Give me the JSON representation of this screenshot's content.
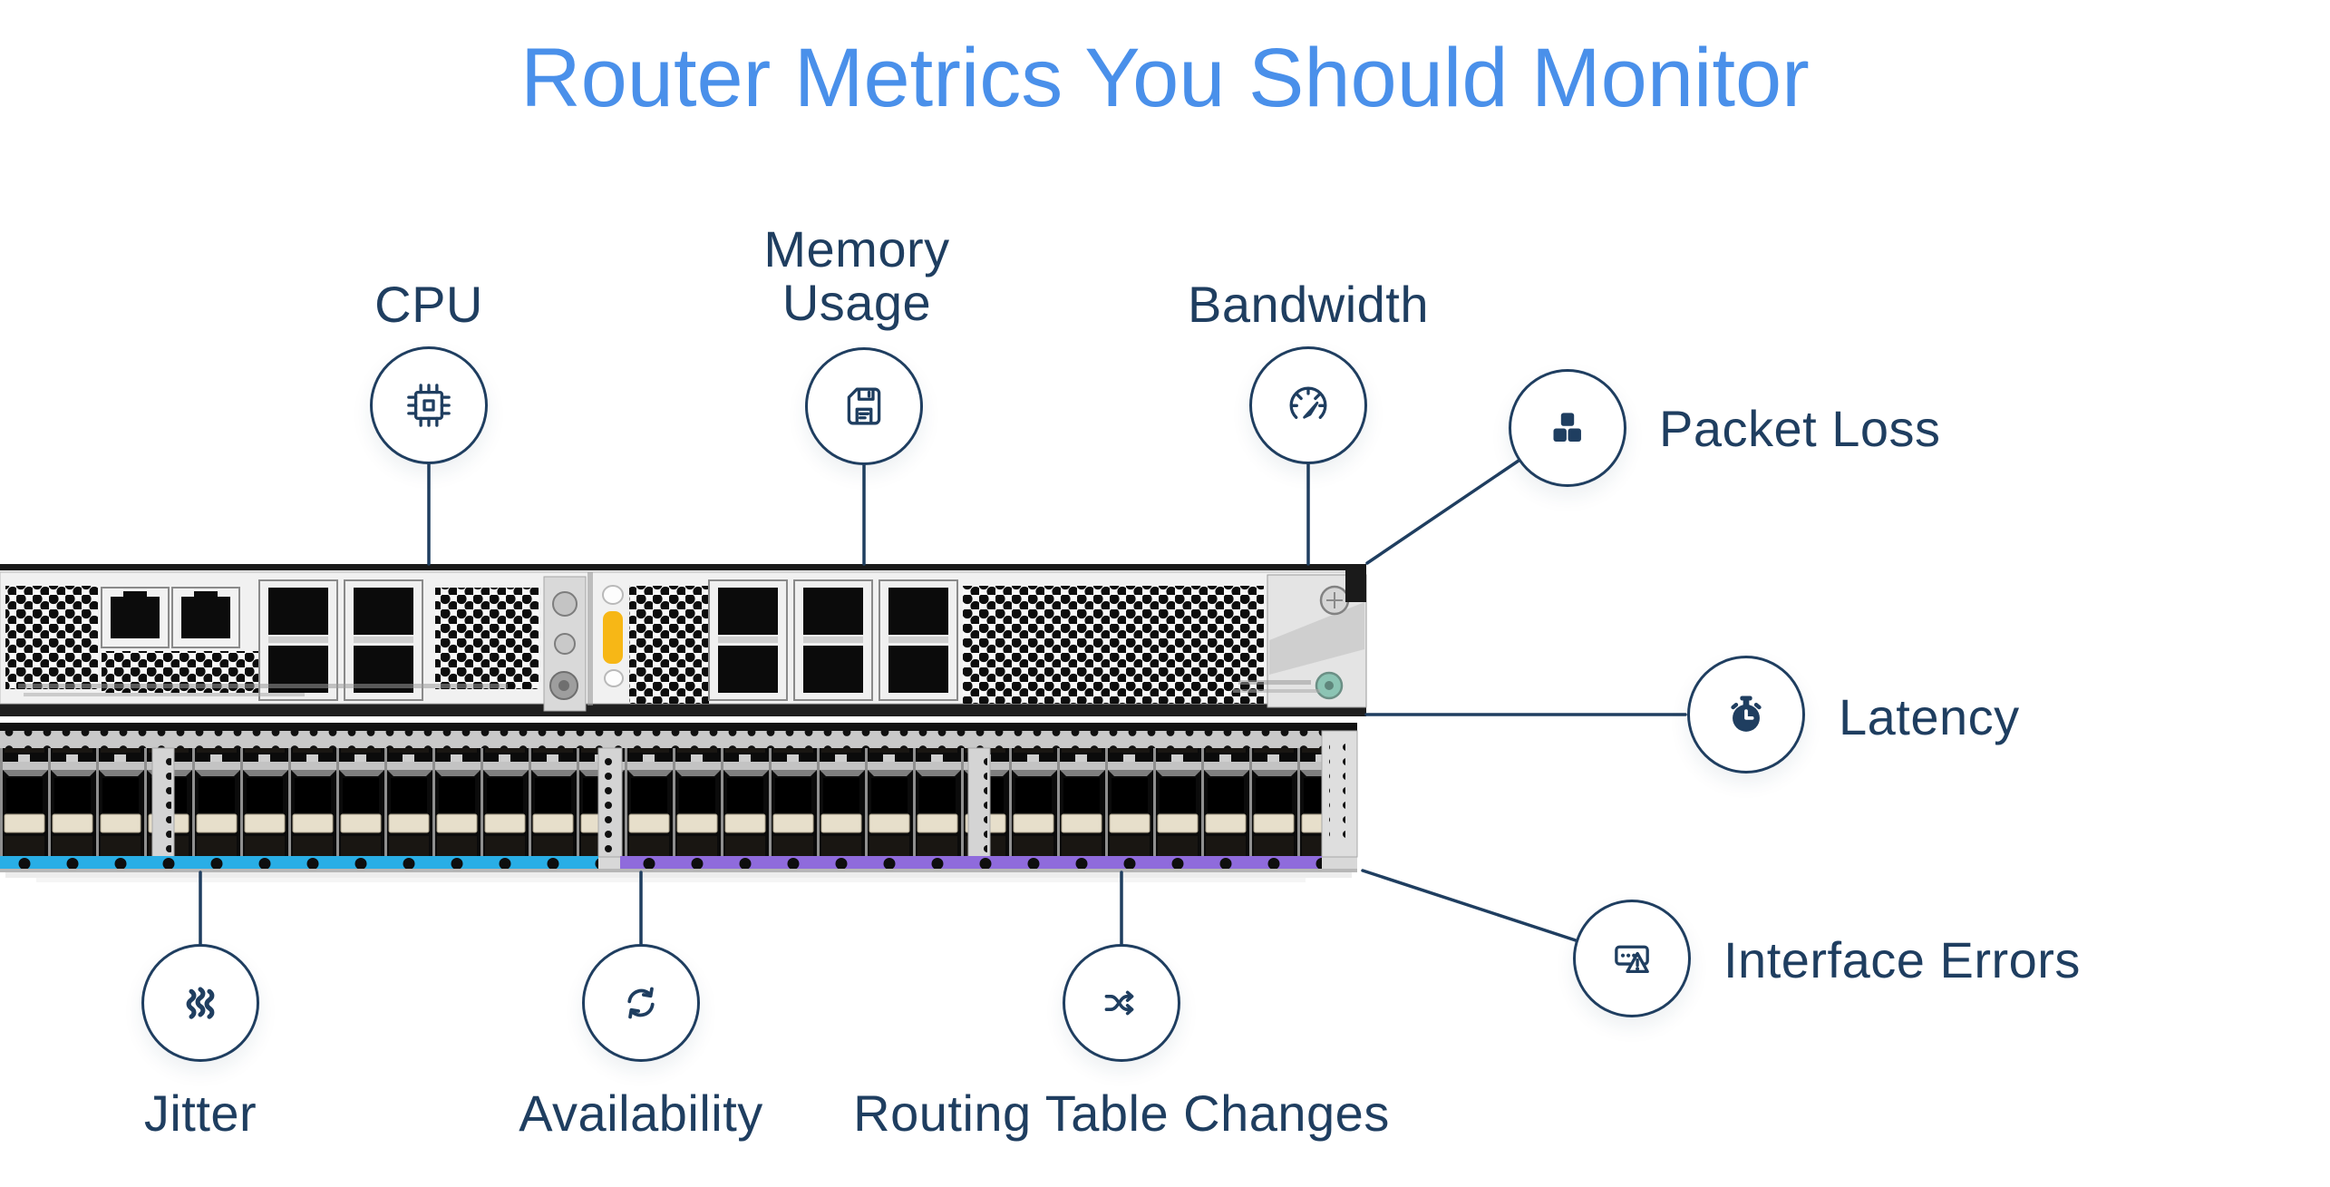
{
  "title": "Router Metrics You Should Monitor",
  "colors": {
    "title_blue": "#4a90ea",
    "ink": "#1f3e60",
    "stripe_blue": "#29aee6",
    "stripe_purple": "#8f6bdc",
    "tab_yellow": "#f7b716"
  },
  "device": {
    "name": "router front panel"
  },
  "metrics": {
    "cpu": {
      "label": "CPU",
      "icon": "cpu-chip-icon"
    },
    "memory": {
      "label": "Memory Usage",
      "icon": "floppy-disk-icon"
    },
    "bandwidth": {
      "label": "Bandwidth",
      "icon": "speedometer-icon"
    },
    "packet_loss": {
      "label": "Packet Loss",
      "icon": "stacked-blocks-icon"
    },
    "latency": {
      "label": "Latency",
      "icon": "stopwatch-icon"
    },
    "interface_errors": {
      "label": "Interface Errors",
      "icon": "port-warning-icon"
    },
    "jitter": {
      "label": "Jitter",
      "icon": "jitter-waves-icon"
    },
    "availability": {
      "label": "Availability",
      "icon": "refresh-arrows-icon"
    },
    "routing": {
      "label": "Routing Table Changes",
      "icon": "shuffle-arrows-icon"
    }
  }
}
